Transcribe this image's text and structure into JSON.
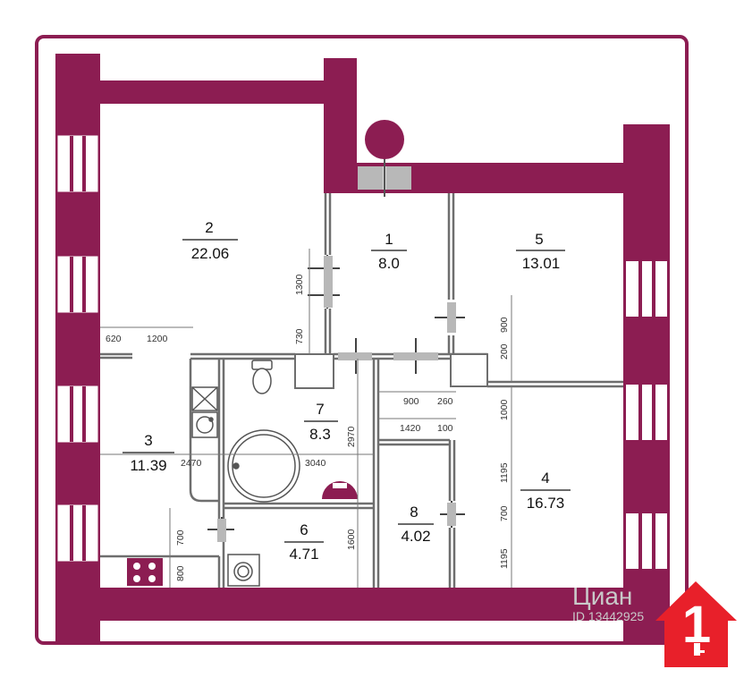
{
  "colors": {
    "wall": "#8c1d52",
    "frame": "#8c1d52",
    "door": "#b8b8b8",
    "badge": "#e8202a"
  },
  "rooms": [
    {
      "number": "1",
      "area": "8.0"
    },
    {
      "number": "2",
      "area": "22.06"
    },
    {
      "number": "3",
      "area": "11.39"
    },
    {
      "number": "4",
      "area": "16.73"
    },
    {
      "number": "5",
      "area": "13.01"
    },
    {
      "number": "6",
      "area": "4.71"
    },
    {
      "number": "7",
      "area": "8.3"
    },
    {
      "number": "8",
      "area": "4.02"
    }
  ],
  "dimensions": {
    "d620": "620",
    "d1200": "1200",
    "d1300": "1300",
    "d730": "730",
    "d900a": "900",
    "d200": "200",
    "d900b": "900",
    "d260": "260",
    "d1420": "1420",
    "d100": "100",
    "d1000": "1000",
    "d2970": "2970",
    "d2470": "2470",
    "d3040": "3040",
    "d1195a": "1195",
    "d700a": "700",
    "d1195b": "1195",
    "d700b": "700",
    "d800": "800",
    "d1600": "1600"
  },
  "watermark": {
    "brand": "Циан",
    "id": "ID 13442925"
  },
  "badge": {
    "label": "1"
  },
  "icons": [
    "compass-icon",
    "key-icon",
    "stove-icon",
    "sink-icon",
    "toilet-icon",
    "bathtub-icon",
    "washing-machine-icon",
    "fridge-icon"
  ]
}
